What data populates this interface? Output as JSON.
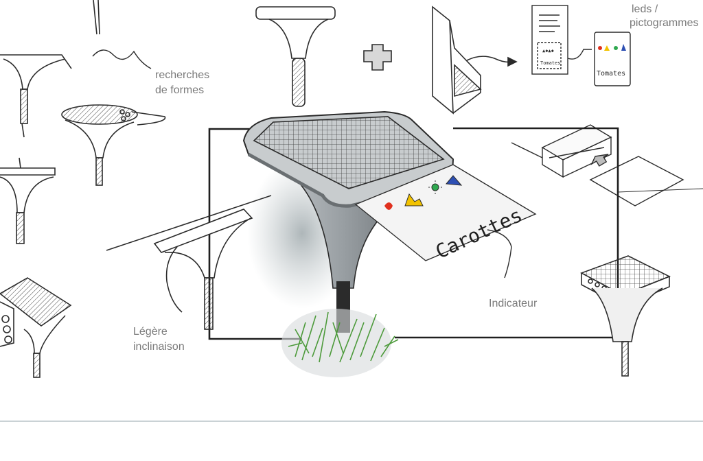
{
  "annotations": {
    "leds": "leds /",
    "pictogrammes": "pictogrammes",
    "recherches": "recherches",
    "de_formes": "de formes",
    "legere": "Légère",
    "inclinaison": "inclinaison",
    "indicateur": "Indicateur"
  },
  "cards": {
    "main_card_text": "Carottes",
    "small_card_text": "Tomates",
    "sheet_card_text": "Tomates"
  },
  "colors": {
    "ink": "#2b2b2b",
    "label_gray": "#7a7a7a",
    "led_red": "#e0301e",
    "led_yellow": "#f2c200",
    "led_green": "#2fa84f",
    "led_blue": "#2d4fb3",
    "grass": "#4c9a3a",
    "divider": "#b9c3c7"
  }
}
